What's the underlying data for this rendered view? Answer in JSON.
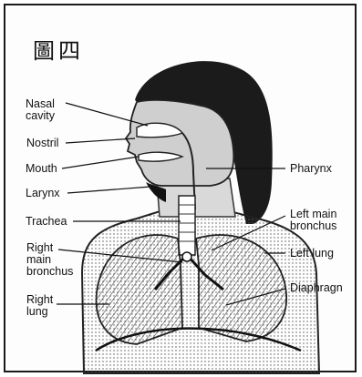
{
  "figure": {
    "title": "圖四",
    "labels": {
      "nasal_cavity": "Nasal\ncavity",
      "nostril": "Nostril",
      "mouth": "Mouth",
      "larynx": "Larynx",
      "trachea": "Trachea",
      "right_main_bronchus": "Right\nmain\nbronchus",
      "right_lung": "Right\nlung",
      "pharynx": "Pharynx",
      "left_main_bronchus": "Left main\nbronchus",
      "left_lung": "Left lung",
      "diaphragm": "Diaphragn"
    }
  }
}
